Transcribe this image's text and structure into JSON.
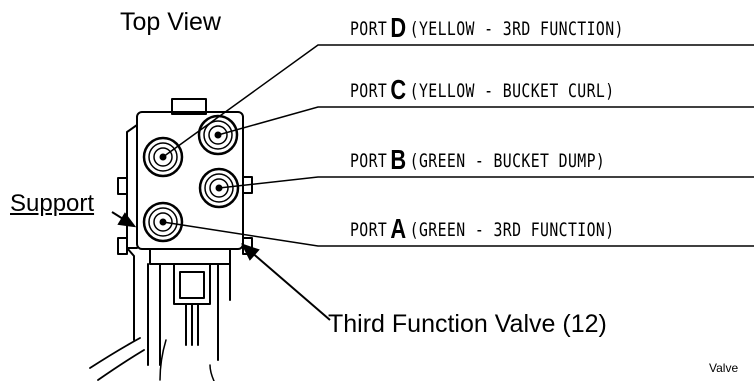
{
  "title": "Top View",
  "support_label": "Support",
  "valve_label": "Third Function Valve (12)",
  "footer_text": "Valve",
  "ports": [
    {
      "prefix": "PORT",
      "letter": "D",
      "description": "(YELLOW - 3RD FUNCTION)"
    },
    {
      "prefix": "PORT",
      "letter": "C",
      "description": "(YELLOW - BUCKET CURL)"
    },
    {
      "prefix": "PORT",
      "letter": "B",
      "description": "(GREEN - BUCKET DUMP)"
    },
    {
      "prefix": "PORT",
      "letter": "A",
      "description": "(GREEN - 3RD FUNCTION)"
    }
  ]
}
